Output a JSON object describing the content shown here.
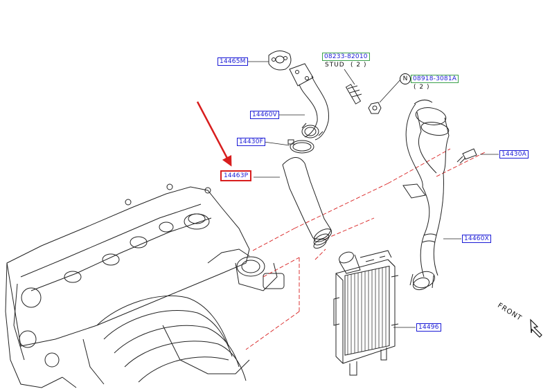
{
  "callouts": {
    "p14465M": "14465M",
    "p08233": "08233-82010",
    "stud": "STUD",
    "stud_qty": "( 2 )",
    "n_symbol": "N",
    "p08918": "08918-3081A",
    "bolt_qty": "( 2 )",
    "p14460V": "14460V",
    "p14430F": "14430F",
    "p14463P": "14463P",
    "p14430A": "14430A",
    "p14460X": "14460X",
    "p14496": "14496",
    "front": "FRONT"
  },
  "colors": {
    "part_label": "#1a1ad6",
    "std_part_border": "#3aa04a",
    "highlight": "#d81e1e",
    "leader_dashed": "#d81e1e",
    "line_art": "#222222"
  },
  "highlighted_part": "14463P"
}
